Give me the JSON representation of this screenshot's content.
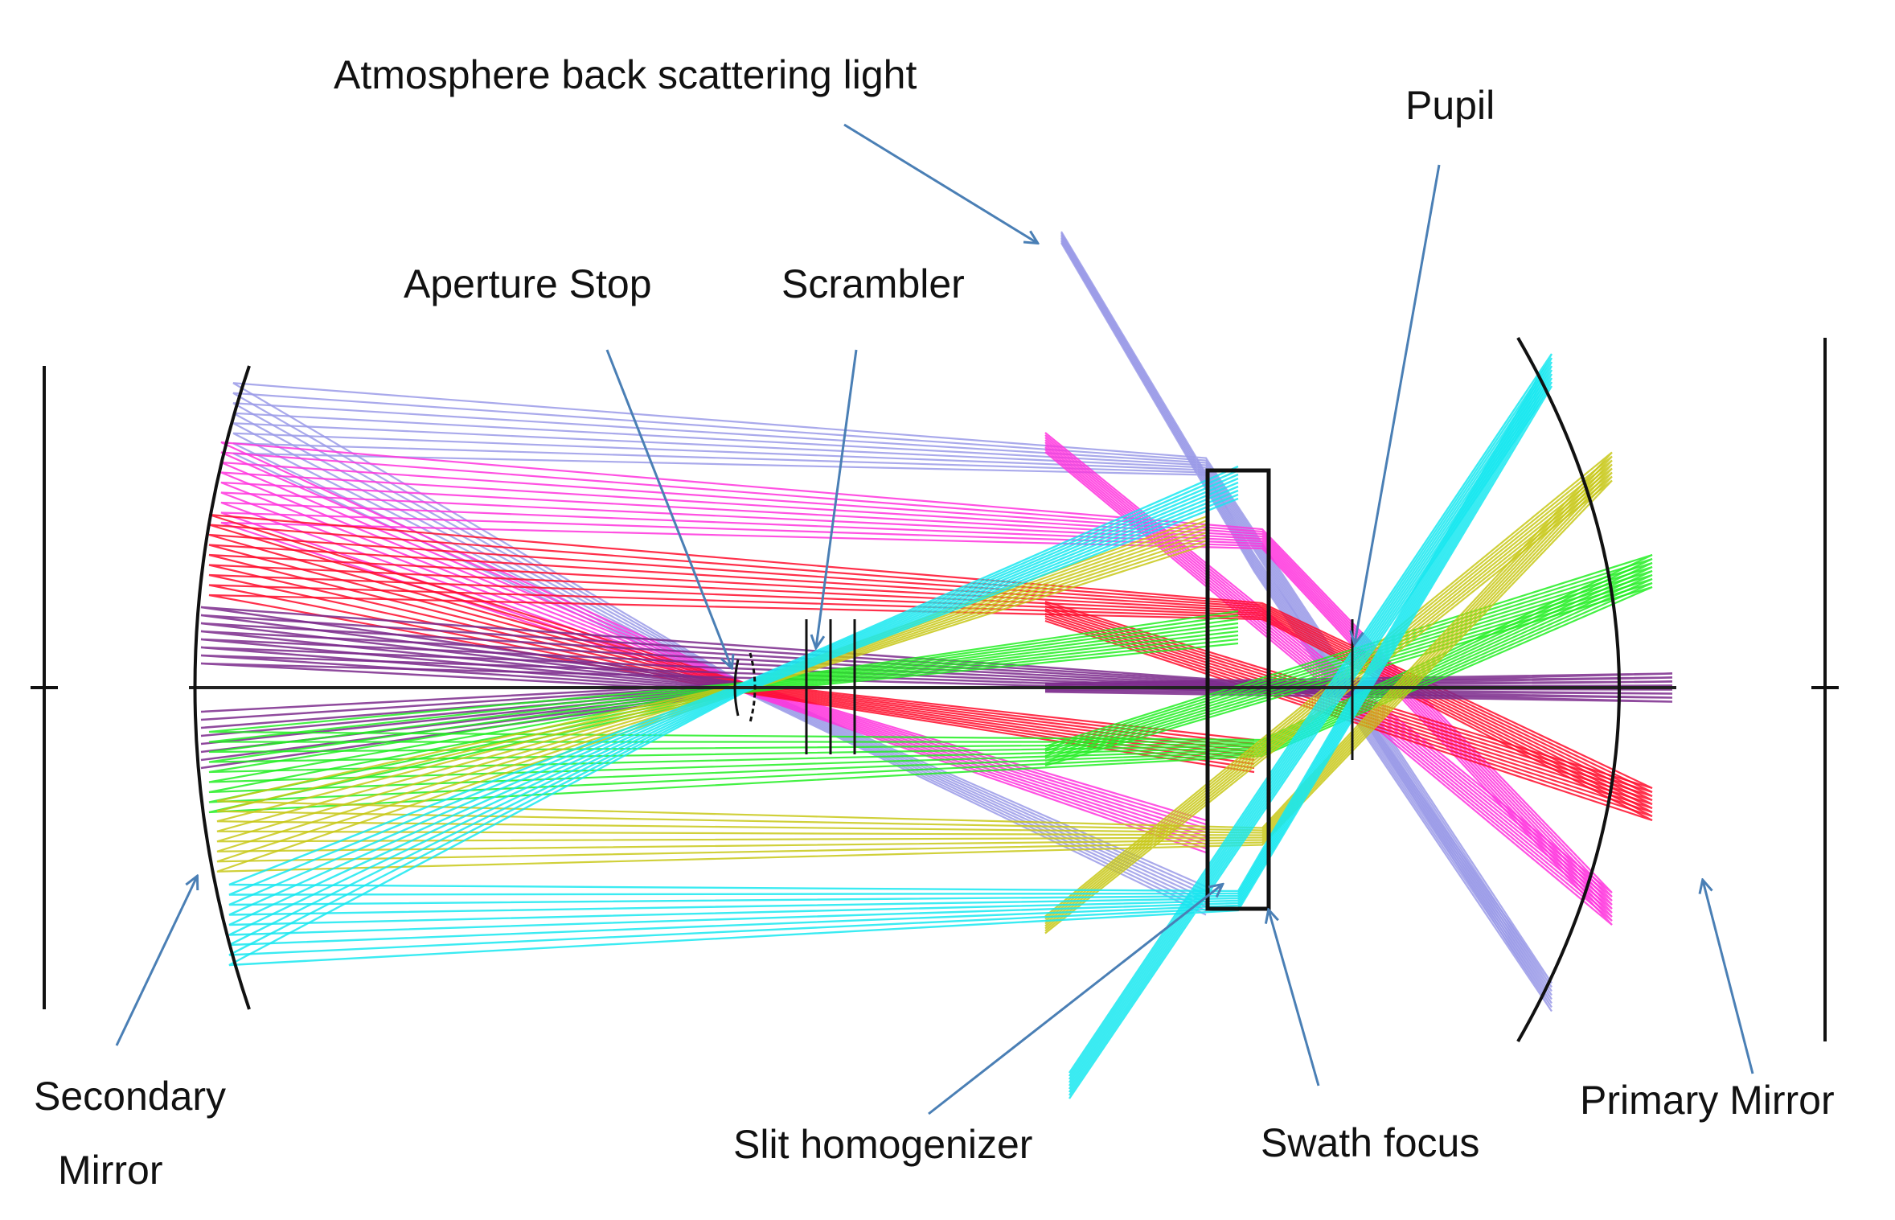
{
  "labels": {
    "atmosphere": "Atmosphere back scattering light",
    "pupil": "Pupil",
    "aperture_stop": "Aperture  Stop",
    "scrambler": "Scrambler",
    "secondary_mirror_1": "Secondary",
    "secondary_mirror_2": "Mirror",
    "slit_homogenizer": "Slit homogenizer",
    "swath_focus": "Swath focus",
    "primary_mirror": "Primary Mirror"
  },
  "colors": {
    "label_text": "#111111",
    "pointer_arrow": "#4a7fb5",
    "mirror": "#111111",
    "axis": "#222222",
    "ray_purple": "#7b2a8c",
    "ray_red": "#ff0a2a",
    "ray_magenta": "#ff33dd",
    "ray_lavender": "#9a9ae8",
    "ray_green": "#22ee22",
    "ray_olive": "#c8c818",
    "ray_cyan": "#18e8f0"
  }
}
